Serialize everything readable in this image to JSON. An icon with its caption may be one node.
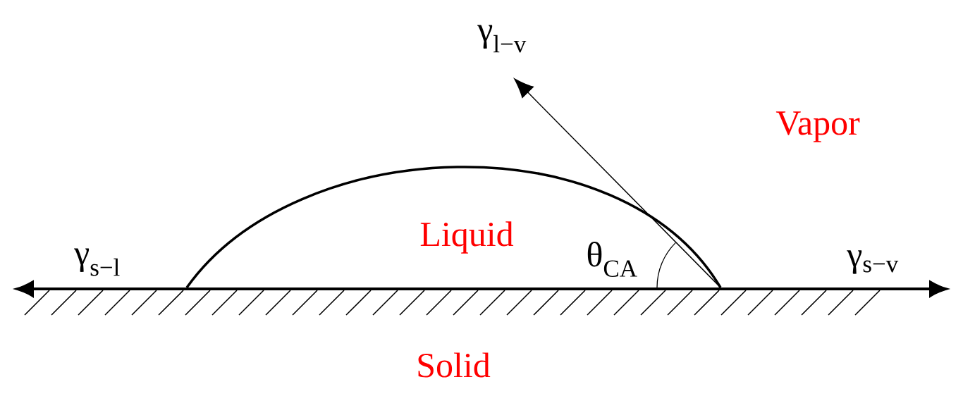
{
  "diagram": {
    "labels": [
      "γ$_{l−v}$",
      "Vapor",
      "Liquid",
      "θ$_{CA}$",
      "γ$_{s−l}$",
      "γ$_{s−v}$",
      "Solid"
    ]
  }
}
